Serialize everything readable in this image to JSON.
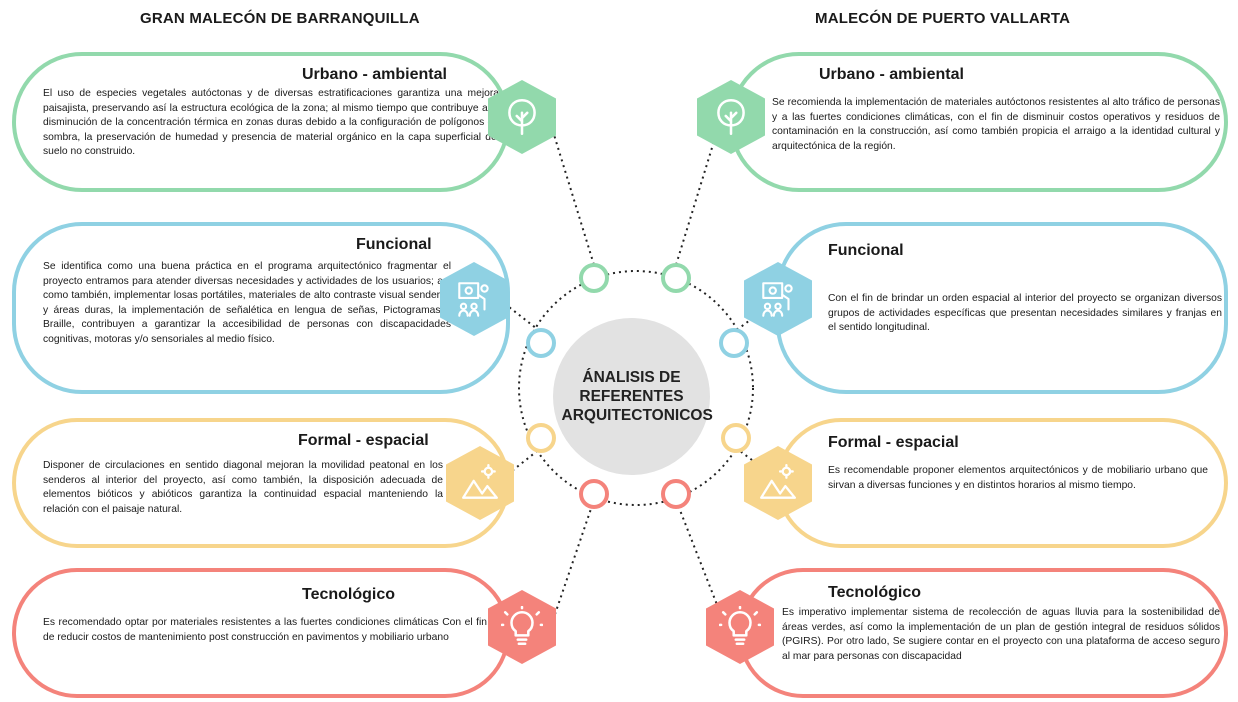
{
  "columns": {
    "left_title": "GRAN MALECÓN DE BARRANQUILLA",
    "right_title": "MALECÓN DE PUERTO VALLARTA"
  },
  "center": {
    "label": "ÁNALISIS DE REFERENTES ARQUITECTONICOS"
  },
  "colors": {
    "green": "#92d9ac",
    "blue": "#8fd1e3",
    "yellow": "#f7d58c",
    "red": "#f4837b",
    "center": "#e2e2e2"
  },
  "left": {
    "urbano": {
      "title": "Urbano - ambiental",
      "text": "El uso de especies vegetales autóctonas y de diversas estratificaciones garantiza una mejora paisajista, preservando así la estructura ecológica de la zona; al mismo tiempo que contribuye a la disminución de la concentración térmica en zonas duras debido a la configuración de polígonos de sombra, la preservación de humedad y presencia de material orgánico en la capa superficial del suelo no construido."
    },
    "funcional": {
      "title": "Funcional",
      "text": "Se identifica como una buena práctica en el programa arquitectónico fragmentar el proyecto entramos para atender diversas necesidades y actividades de los usuarios; así como también, implementar losas portátiles, materiales de alto contraste visual senderos y áreas duras, la implementación de señalética en lengua de señas, Pictogramas y Braille, contribuyen a garantizar la accesibilidad de personas con discapacidades cognitivas, motoras y/o sensoriales al medio físico."
    },
    "formal": {
      "title": "Formal - espacial",
      "text": "Disponer de circulaciones en sentido diagonal mejoran la movilidad peatonal en los senderos al interior del proyecto, así como también, la disposición adecuada de elementos bióticos y abióticos garantiza la continuidad espacial manteniendo la relación con el paisaje natural."
    },
    "tecnologico": {
      "title": "Tecnológico",
      "text": "Es recomendado optar por materiales resistentes a las fuertes condiciones climáticas Con el fin de reducir costos de mantenimiento post construcción en pavimentos y mobiliario urbano"
    }
  },
  "right": {
    "urbano": {
      "title": "Urbano - ambiental",
      "text": "Se recomienda la implementación de materiales autóctonos resistentes al alto tráfico de personas y a las fuertes condiciones climáticas, con el fin de disminuir costos operativos y residuos de contaminación en la construcción, así como también propicia el arraigo a la identidad cultural y arquitectónica de la región."
    },
    "funcional": {
      "title": "Funcional",
      "text": "Con el fin de brindar un orden espacial al interior del proyecto se organizan diversos grupos de actividades específicas que presentan necesidades similares y franjas en el sentido longitudinal."
    },
    "formal": {
      "title": "Formal - espacial",
      "text": "Es recomendable proponer elementos arquitectónicos y de mobiliario urbano que sirvan a diversas funciones y en distintos horarios al mismo tiempo."
    },
    "tecnologico": {
      "title": "Tecnológico",
      "text": "Es imperativo implementar sistema de recolección de aguas lluvia para la sostenibilidad de áreas verdes, así como la implementación de un plan de gestión integral de residuos sólidos (PGIRS). Por otro lado, Se sugiere contar en el proyecto con una plataforma de acceso seguro al mar para personas con discapacidad"
    }
  },
  "icons": {
    "urbano": "tree-icon",
    "funcional": "presentation-icon",
    "formal": "mountain-gear-icon",
    "tecnologico": "lightbulb-icon"
  }
}
